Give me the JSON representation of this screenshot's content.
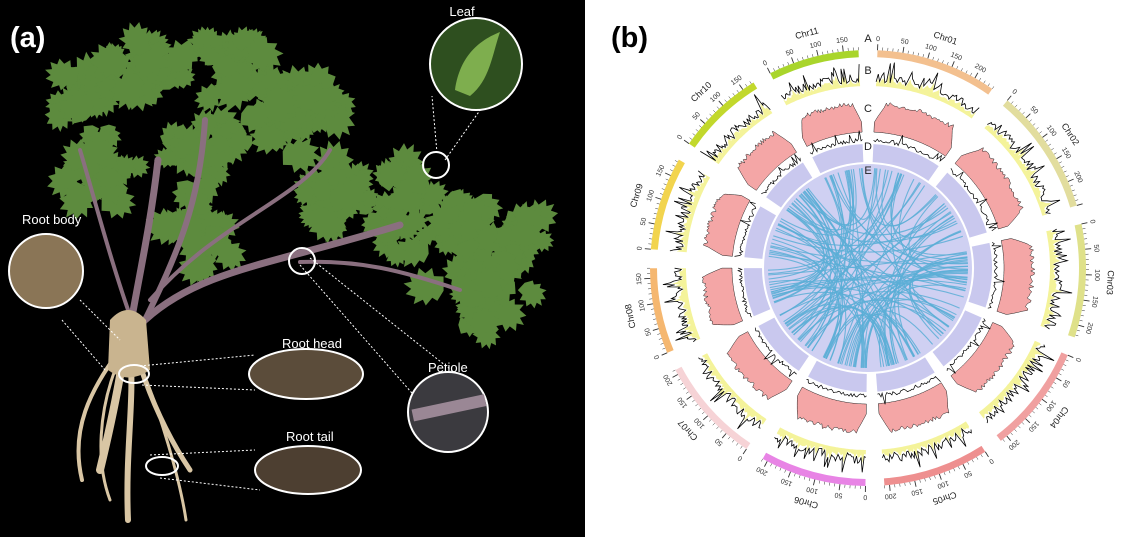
{
  "panel_a": {
    "label": "(a)",
    "callouts": {
      "leaf": "Leaf",
      "root_body": "Root body",
      "root_head": "Root head",
      "petiole": "Petiole",
      "root_tail": "Root tail"
    }
  },
  "panel_b": {
    "label": "(b)",
    "ring_labels": [
      "A",
      "B",
      "C",
      "D",
      "E"
    ],
    "chromosomes": [
      {
        "name": "Chr01",
        "length": 240,
        "ticks": [
          0,
          50,
          100,
          150,
          200
        ],
        "color": "#f3c08f"
      },
      {
        "name": "Chr02",
        "length": 250,
        "ticks": [
          0,
          50,
          100,
          150,
          200
        ],
        "color": "#e2dd9e"
      },
      {
        "name": "Chr03",
        "length": 225,
        "ticks": [
          0,
          50,
          100,
          150,
          200
        ],
        "color": "#dfe18a"
      },
      {
        "name": "Chr04",
        "length": 215,
        "ticks": [
          0,
          50,
          100,
          150,
          200
        ],
        "color": "#f0a0a0"
      },
      {
        "name": "Chr05",
        "length": 210,
        "ticks": [
          0,
          50,
          100,
          150,
          200
        ],
        "color": "#ee8f8f"
      },
      {
        "name": "Chr06",
        "length": 210,
        "ticks": [
          0,
          50,
          100,
          150,
          200
        ],
        "color": "#e884e5"
      },
      {
        "name": "Chr07",
        "length": 210,
        "ticks": [
          0,
          50,
          100,
          150,
          200
        ],
        "color": "#f6d3d6"
      },
      {
        "name": "Chr08",
        "length": 170,
        "ticks": [
          0,
          50,
          100,
          150
        ],
        "color": "#f5b770"
      },
      {
        "name": "Chr09",
        "length": 185,
        "ticks": [
          0,
          50,
          100,
          150
        ],
        "color": "#f2d44e"
      },
      {
        "name": "Chr10",
        "length": 175,
        "ticks": [
          0,
          50,
          100,
          150
        ],
        "color": "#c2d82c"
      },
      {
        "name": "Chr11",
        "length": 180,
        "ticks": [
          0,
          50,
          100,
          150
        ],
        "color": "#a9d52b"
      }
    ],
    "track_colors": {
      "gc_fill": "#f4f39a",
      "density_fill": "#f4a6a6",
      "inner_ring": "#c9c8ee",
      "links": "#5aaed6"
    }
  }
}
